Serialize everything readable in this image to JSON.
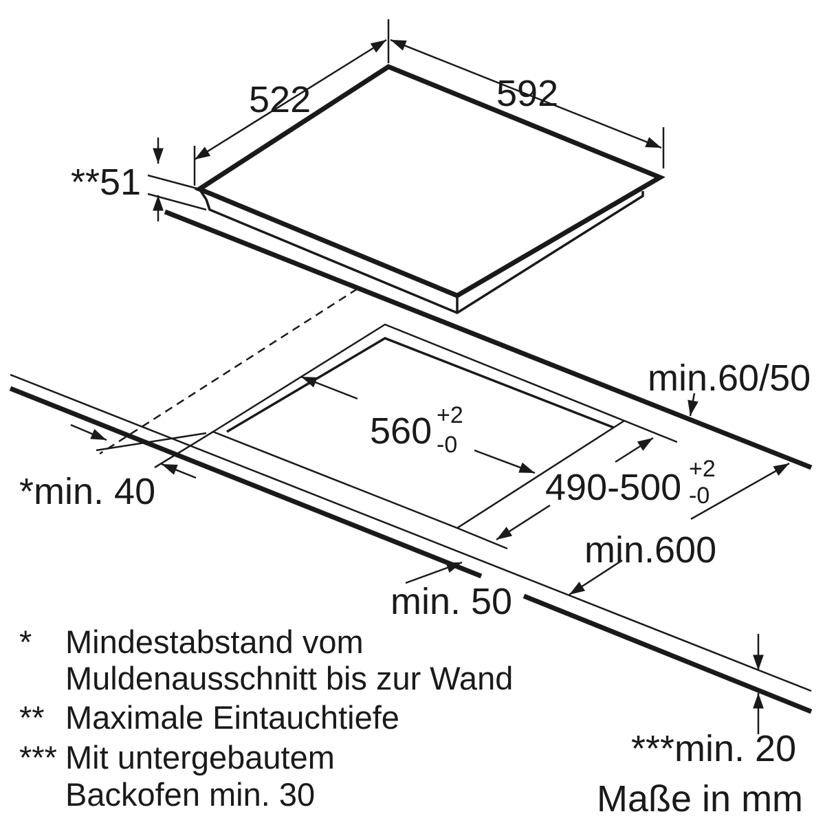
{
  "dimensions": {
    "depth_hob": "522",
    "width_hob": "592",
    "immersion_depth": "**51",
    "cutout_width_main": "560",
    "cutout_width_tol_plus": "+2",
    "cutout_width_tol_minus": "-0",
    "cutout_depth_main": "490-500",
    "cutout_depth_tol_plus": "+2",
    "cutout_depth_tol_minus": "-0",
    "min_back": "min.60/50",
    "min_wall": "*min. 40",
    "min_worktop_depth": "min.600",
    "min_front": "min. 50",
    "min_oven": "***min. 20",
    "units": "Maße in mm"
  },
  "notes": [
    {
      "marker": "*",
      "line1": "Mindestabstand vom",
      "line2": "Muldenausschnitt bis zur Wand"
    },
    {
      "marker": "**",
      "line1": "Maximale Eintauchtiefe"
    },
    {
      "marker": "***",
      "line1": "Mit untergebautem",
      "line2": "Backofen min. 30"
    }
  ]
}
